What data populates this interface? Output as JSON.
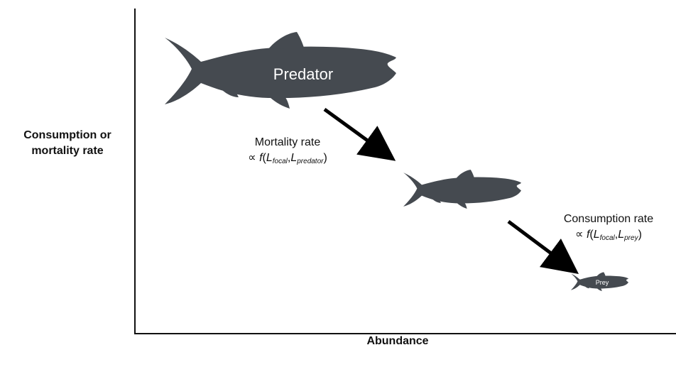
{
  "axes": {
    "y_label": "Consumption or mortality rate",
    "x_label": "Abundance"
  },
  "fish": {
    "predator_label": "Predator",
    "prey_label": "Prey",
    "color": "#454a50"
  },
  "mortality": {
    "title": "Mortality rate",
    "prefix": "∝ ",
    "func": "f",
    "open": "(",
    "L": "L",
    "sub1": "focal",
    "comma": ",",
    "sub2": "predator",
    "close": ")"
  },
  "consumption": {
    "title": "Consumption rate",
    "prefix": "∝ ",
    "func": "f",
    "open": "(",
    "L": "L",
    "sub1": "focal",
    "comma": ",",
    "sub2": "prey",
    "close": ")"
  }
}
